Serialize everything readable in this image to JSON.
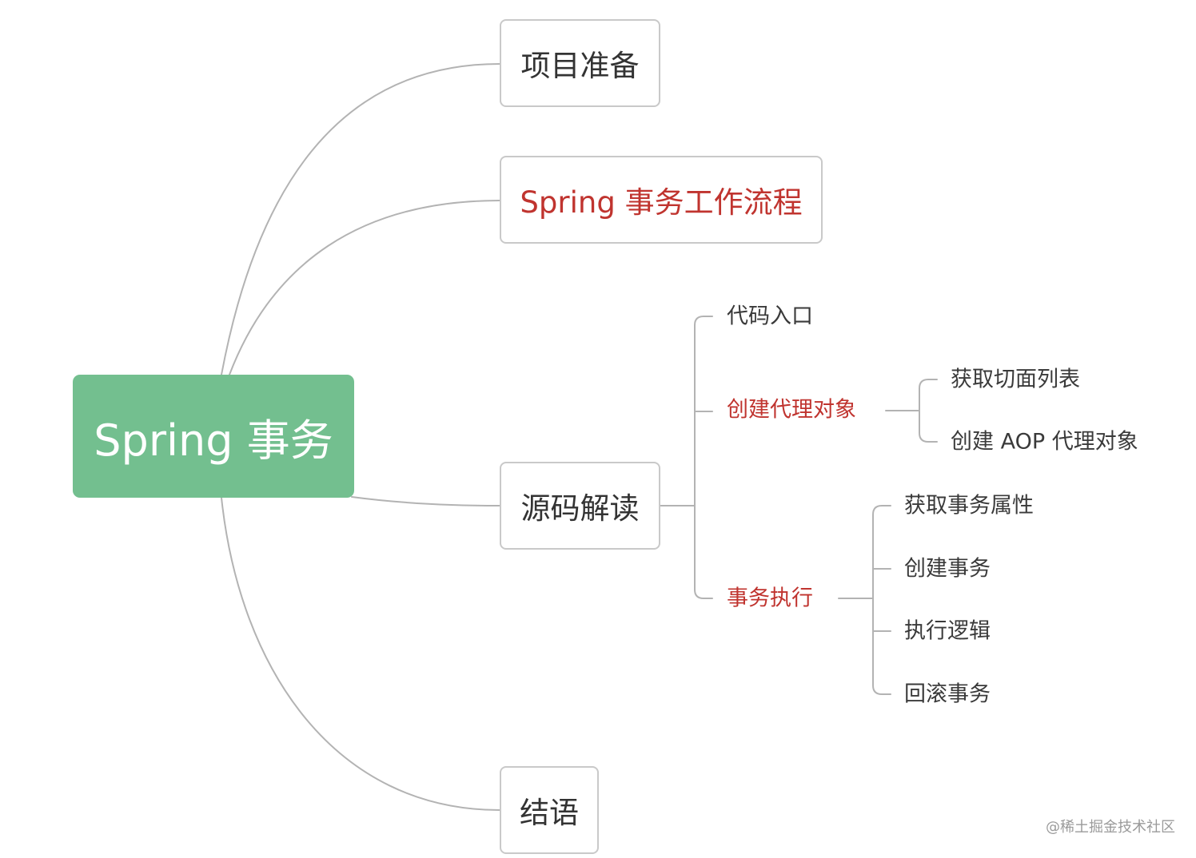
{
  "root": {
    "label": "Spring 事务"
  },
  "branches": {
    "project_prep": "项目准备",
    "workflow": "Spring 事务工作流程",
    "source_reading": "源码解读",
    "conclusion": "结语"
  },
  "source_children": {
    "code_entry": "代码入口",
    "create_proxy": "创建代理对象",
    "tx_execution": "事务执行"
  },
  "proxy_children": {
    "get_advisors": "获取切面列表",
    "create_aop_proxy": "创建 AOP 代理对象"
  },
  "execution_children": {
    "get_tx_attribute": "获取事务属性",
    "create_tx": "创建事务",
    "execute_logic": "执行逻辑",
    "rollback_tx": "回滚事务"
  },
  "watermark": "@稀土掘金技术社区",
  "colors": {
    "root_fill": "#73bf8f",
    "highlight_text": "#c0342f",
    "connector": "#b3b3b3"
  }
}
